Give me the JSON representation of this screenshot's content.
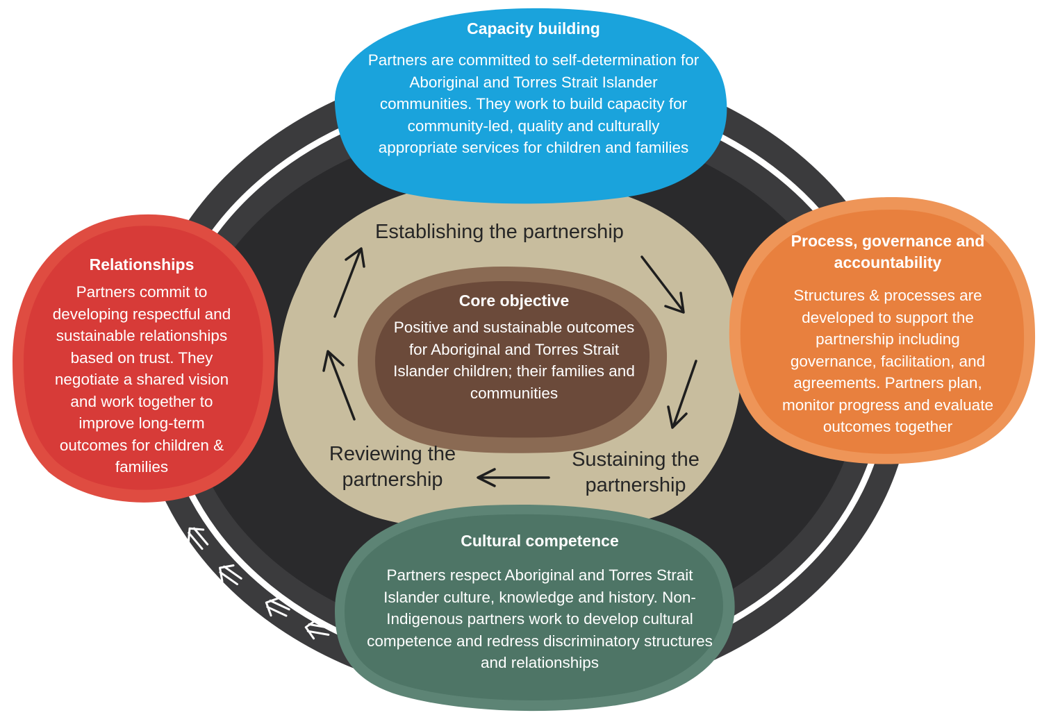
{
  "capacity": {
    "title": "Capacity building",
    "body": "Partners are committed to self-determination for Aboriginal and Torres Strait Islander communities. They work to build capacity for community-led, quality and culturally appropriate services for children and families",
    "color": "#1aa3dc"
  },
  "relationships": {
    "title": "Relationships",
    "body": "Partners commit to developing respectful and sustainable relationships based on trust. They negotiate a shared vision and work together to improve long-term outcomes for children & families",
    "color": "#d73b38"
  },
  "process": {
    "title": "Process, governance and accountability",
    "body": "Structures & processes are developed to support the partnership including governance, facilitation, and agreements. Partners plan, monitor progress and evaluate outcomes together",
    "color": "#e8803e"
  },
  "cultural": {
    "title": "Cultural competence",
    "body": "Partners respect Aboriginal and Torres Strait Islander culture, knowledge and history. Non-Indigenous partners work to develop cultural competence and redress discriminatory structures and relationships",
    "color": "#4e7566"
  },
  "core": {
    "title": "Core objective",
    "body": "Positive and sustainable outcomes for Aboriginal and Torres Strait Islander children; their families and communities",
    "color": "#6b4a3a"
  },
  "stages": {
    "establish": "Establishing the partnership",
    "sustain": "Sustaining the partnership",
    "review": "Reviewing the partnership"
  },
  "colors": {
    "outer_ring": "#3b3b3d",
    "inner_ring": "#2a2a2c",
    "center": "#c8bd9e"
  }
}
